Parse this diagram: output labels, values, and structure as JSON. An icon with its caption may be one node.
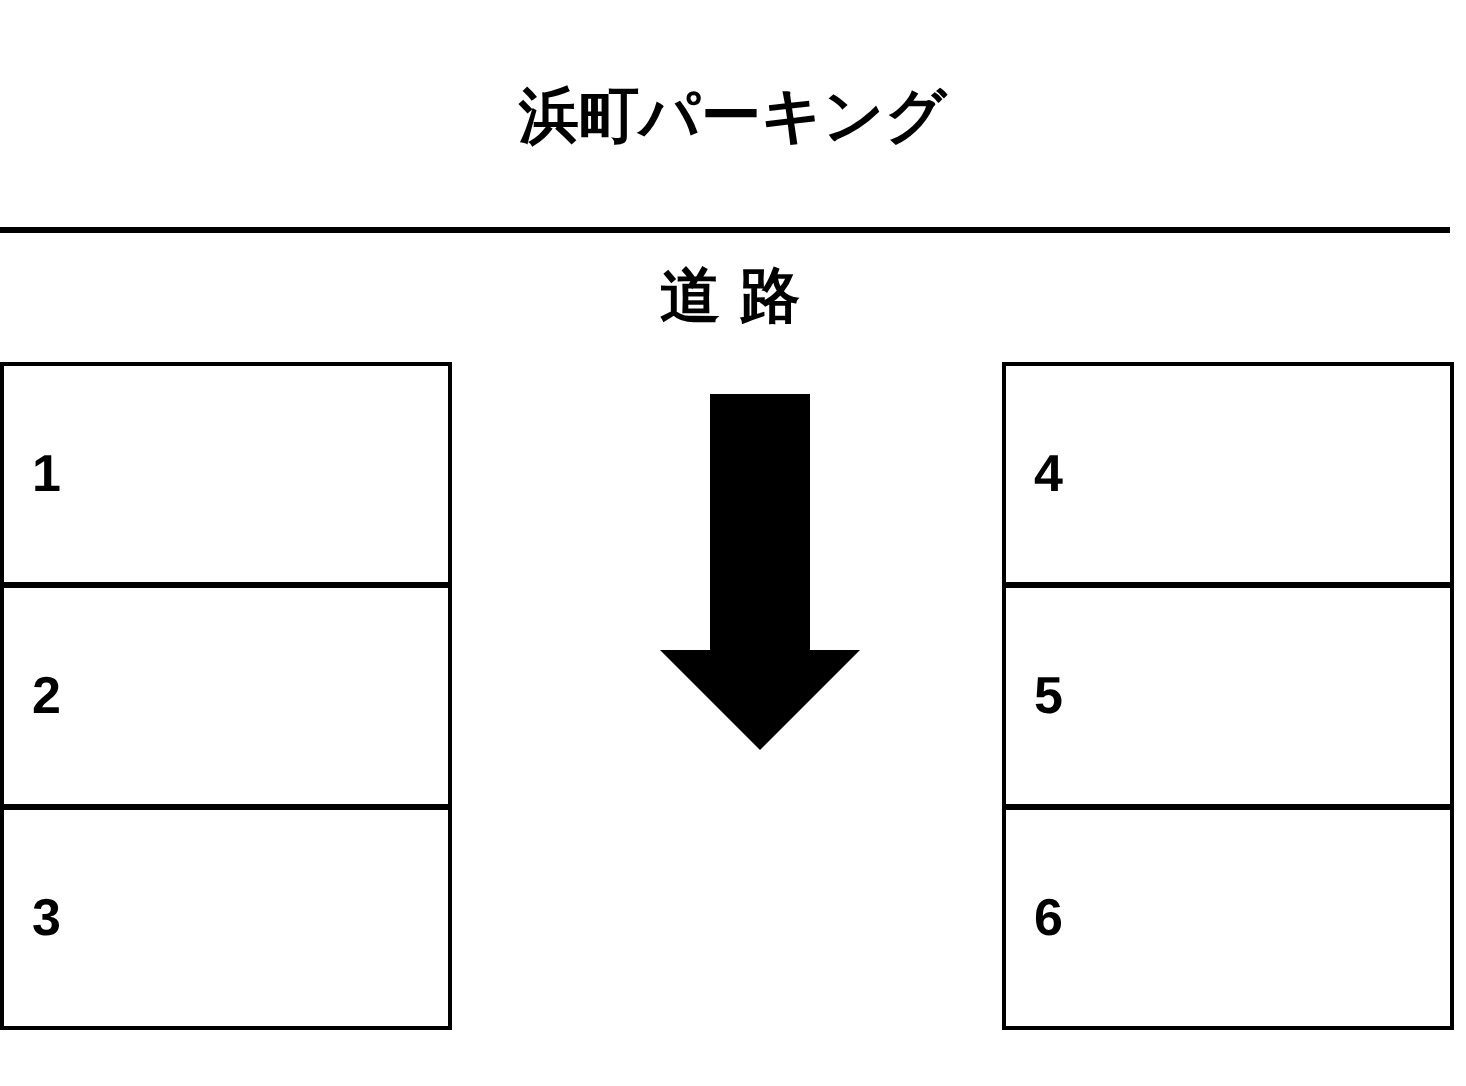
{
  "diagram": {
    "title": "浜町パーキング",
    "nodes": [
      {
        "text": [
          "1"
        ]
      },
      {
        "text": [
          "2"
        ]
      },
      {
        "text": [
          "3"
        ]
      },
      {
        "text": [
          "4"
        ]
      },
      {
        "text": [
          "5"
        ]
      },
      {
        "text": [
          "6"
        ]
      }
    ],
    "labels": [
      "道 路"
    ]
  }
}
